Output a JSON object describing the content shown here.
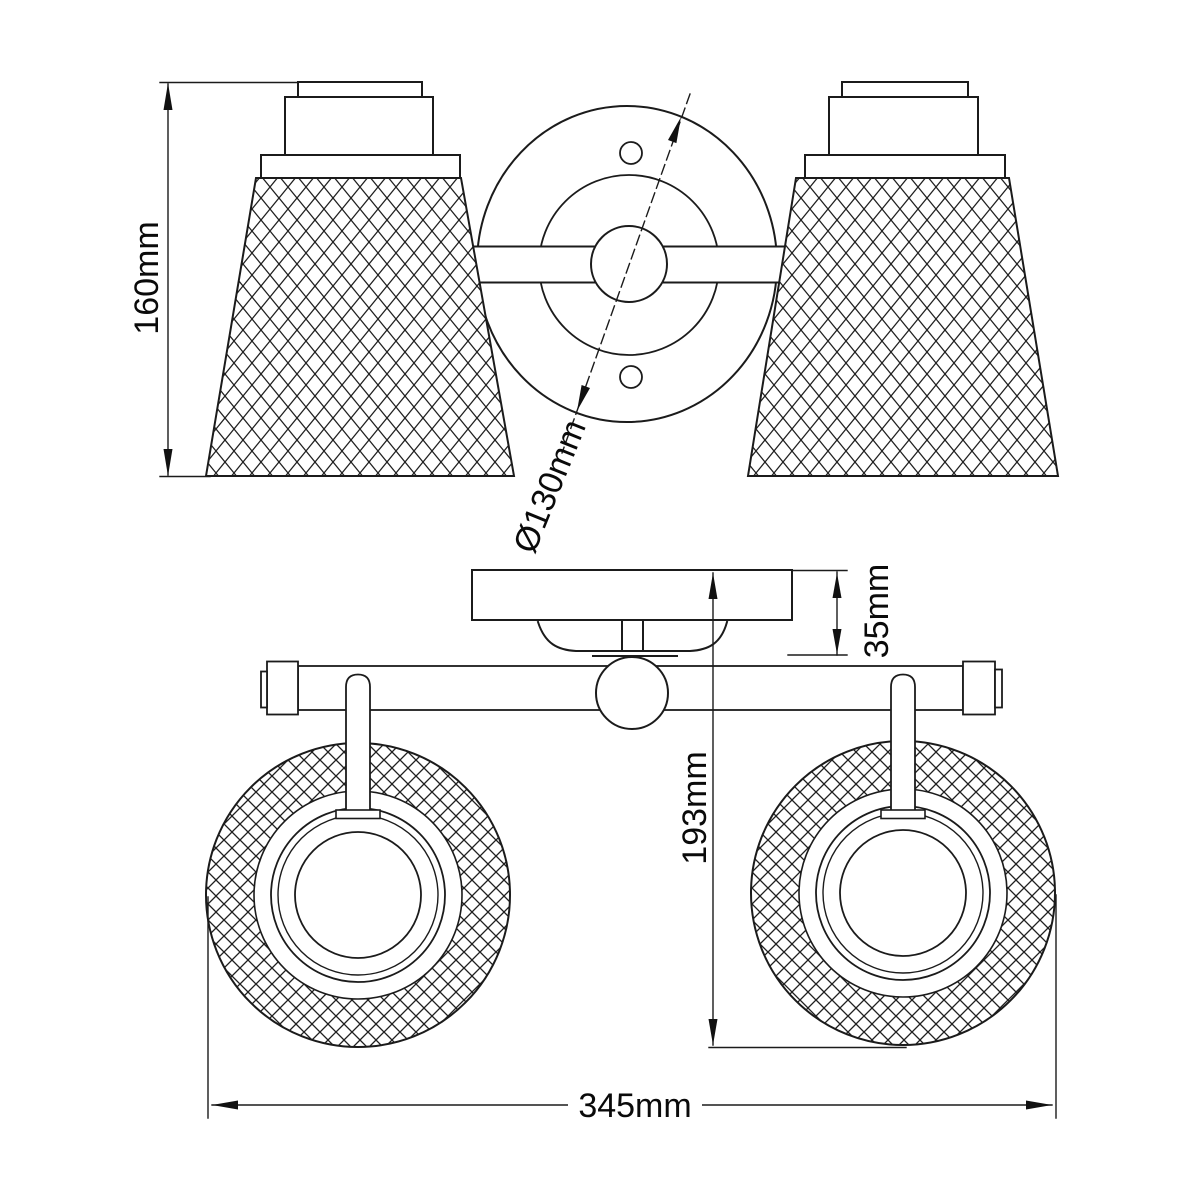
{
  "drawing": {
    "title": "two-light wall fixture dimension drawing",
    "views": {
      "front": "front elevation with two mesh cone shades and round wall backplate",
      "plan": "top plan view with canopy, bar arm and two mesh shade tops"
    },
    "dimensions": {
      "shade_height": {
        "label": "160mm"
      },
      "backplate_diameter": {
        "label": "Ø130mm"
      },
      "canopy_depth": {
        "label": "35mm"
      },
      "projection": {
        "label": "193mm"
      },
      "overall_width": {
        "label": "345mm"
      }
    },
    "colors": {
      "line": "#1b1b1b",
      "text": "#0a0a0a",
      "background": "#ffffff"
    }
  }
}
